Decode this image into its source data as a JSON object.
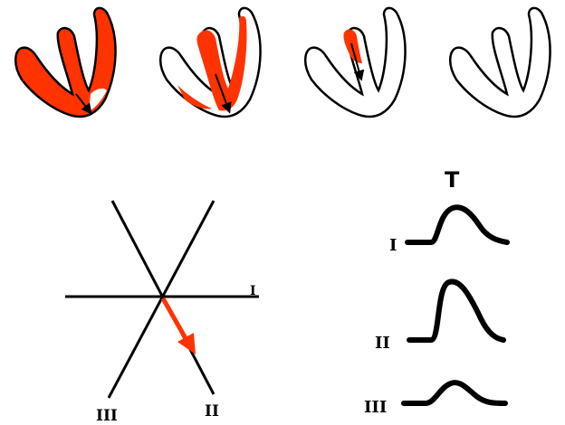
{
  "colors": {
    "depolarized": "#ff3300",
    "outline": "#000000",
    "background": "#ffffff"
  },
  "heart_sequence": [
    {
      "stage": 1,
      "fill": "full"
    },
    {
      "stage": 2,
      "fill": "partial"
    },
    {
      "stage": 3,
      "fill": "septum-only"
    },
    {
      "stage": 4,
      "fill": "none"
    }
  ],
  "axis_diagram": {
    "lead_labels": {
      "lead_i": "I",
      "lead_ii": "II",
      "lead_iii": "III"
    },
    "vector_color": "#ff3300"
  },
  "tracings": {
    "title": "T",
    "leads": [
      {
        "label": "I",
        "relative_amplitude": 0.7
      },
      {
        "label": "II",
        "relative_amplitude": 1.0
      },
      {
        "label": "III",
        "relative_amplitude": 0.45
      }
    ]
  }
}
